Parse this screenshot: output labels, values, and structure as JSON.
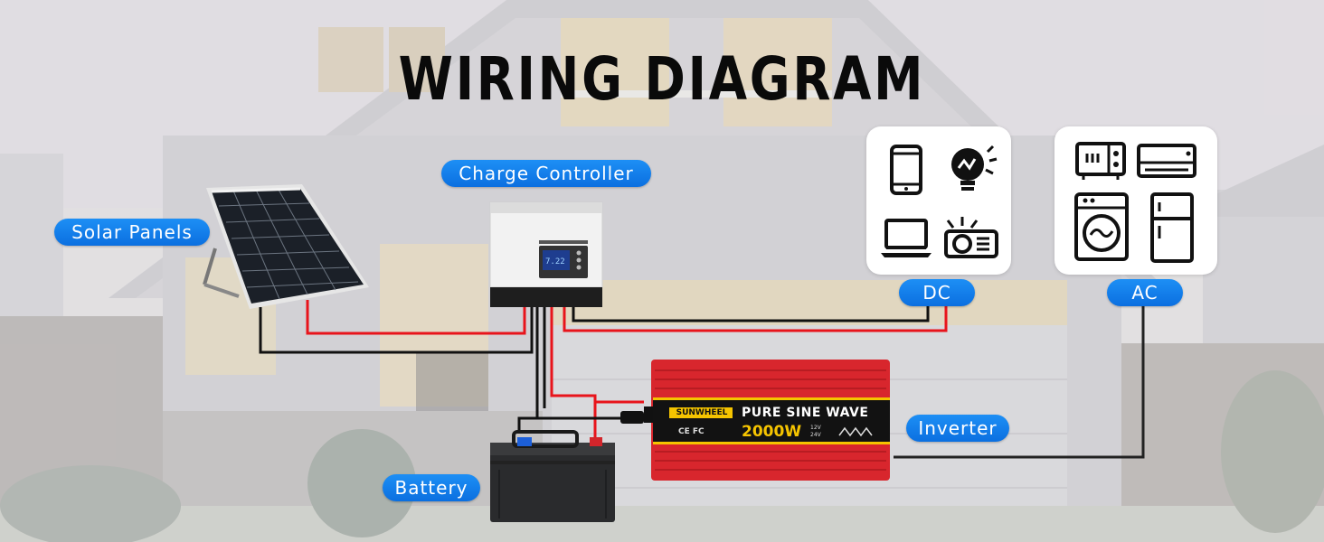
{
  "title": "WIRING DIAGRAM",
  "labels": {
    "solar_panels": "Solar Panels",
    "charge_controller": "Charge Controller",
    "battery": "Battery",
    "inverter": "Inverter",
    "dc": "DC",
    "ac": "AC"
  },
  "inverter_face": {
    "brand": "SUNWHEEL",
    "wave": "PURE SINE WAVE",
    "power": "2000W",
    "volt_12": "12V",
    "volt_24": "24V",
    "certs": "CE FC"
  },
  "dc_devices": [
    "smartphone-icon",
    "light-bulb-icon",
    "laptop-icon",
    "projector-icon"
  ],
  "ac_devices": [
    "microwave-icon",
    "air-conditioner-icon",
    "washing-machine-icon",
    "refrigerator-icon"
  ],
  "colors": {
    "pill": "#0b6fe0",
    "wire_positive": "#e8141b",
    "wire_negative": "#111111",
    "inverter_body": "#d8262d"
  }
}
